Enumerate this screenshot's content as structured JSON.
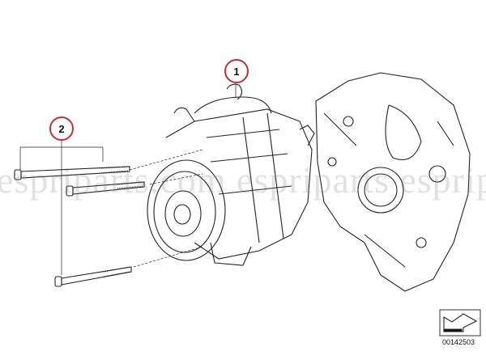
{
  "diagram": {
    "callouts": [
      {
        "label": "1",
        "part": "compressor"
      },
      {
        "label": "2",
        "part": "bolts"
      }
    ],
    "watermark": "espriparts.com espriparts espriparts espri",
    "reference_number": "00142503",
    "icon": "direction-arrow-icon",
    "accent_color": "#c0303a"
  }
}
